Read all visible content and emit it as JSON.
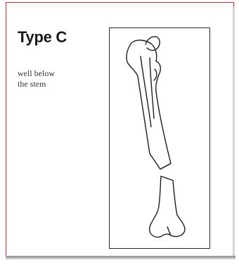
{
  "title": "Type C",
  "caption": {
    "line1": "well below",
    "line2": "the stem"
  },
  "colors": {
    "border": "#d42a2a",
    "ink": "#1e1e1e"
  }
}
